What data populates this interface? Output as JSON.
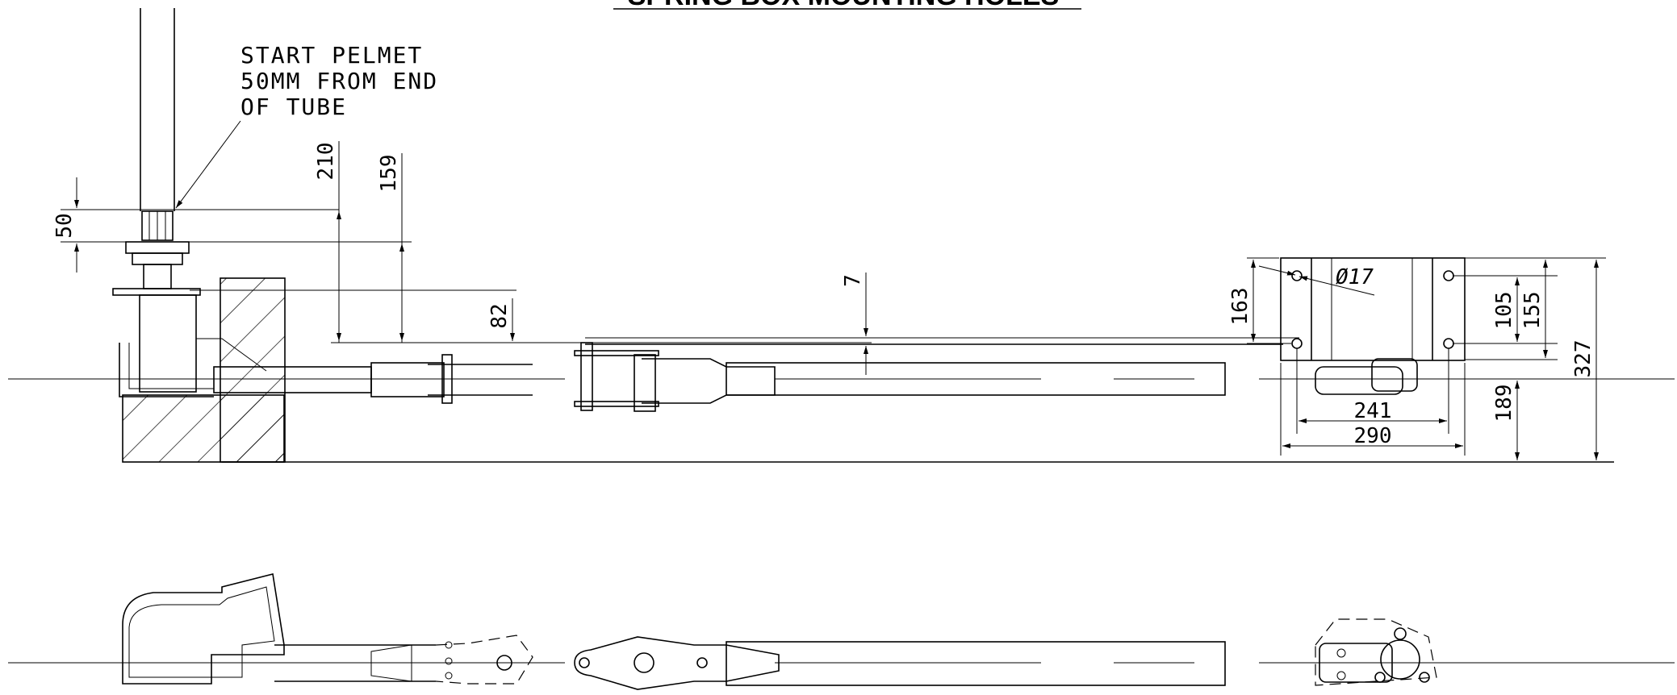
{
  "title": "SPRING BOX MOUNTING HOLES",
  "note": {
    "line1": "START PELMET",
    "line2": "50MM FROM END",
    "line3": "OF TUBE"
  },
  "dimensions": {
    "d50": "50",
    "d210": "210",
    "d159": "159",
    "d82": "82",
    "d7": "7",
    "d163": "163",
    "d17": "Ø17",
    "d105": "105",
    "d155": "155",
    "d327": "327",
    "d189": "189",
    "d241": "241",
    "d290": "290"
  }
}
